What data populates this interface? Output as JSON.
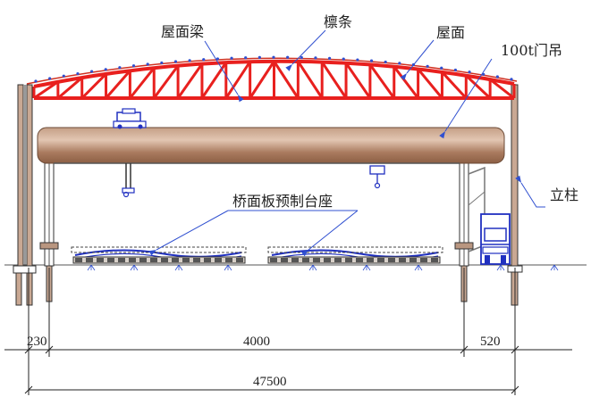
{
  "labels": {
    "roof_beam": "屋面梁",
    "purlin": "檩条",
    "roof": "屋面",
    "gantry_crane": "100t门吊",
    "column": "立柱",
    "precast_bed": "桥面板预制台座"
  },
  "dimensions": {
    "left_offset": "230",
    "span": "4000",
    "right_offset": "520",
    "total": "47500"
  },
  "colors": {
    "truss": "#e8201e",
    "roof_sheet": "#f0503c",
    "purlin_dot": "#3050d0",
    "crane_beam": "#a8775a",
    "crane_beam_light": "#e8d2c0",
    "truck": "#2030c0",
    "line": "#222222"
  }
}
